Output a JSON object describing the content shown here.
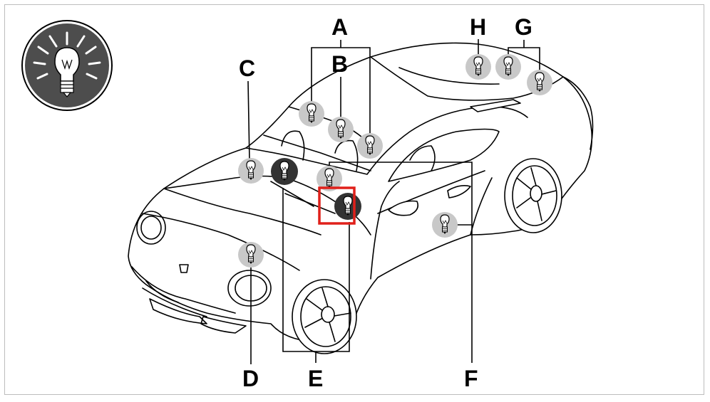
{
  "labels": {
    "A": "A",
    "B": "B",
    "C": "C",
    "D": "D",
    "E": "E",
    "F": "F",
    "G": "G",
    "H": "H"
  },
  "colors": {
    "highlight_box": "#e0201a",
    "badge_dark": "#4d4d4d",
    "bulb_light_bg": "#c8c8c8",
    "bulb_dark_bg": "#333333"
  },
  "icons": {
    "header": "light-bulb-badge-icon",
    "marker": "light-bulb-icon"
  }
}
